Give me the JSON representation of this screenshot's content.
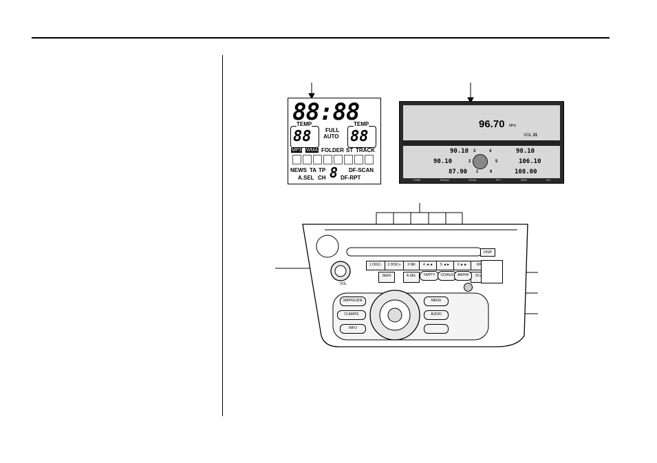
{
  "lcd": {
    "clock": "88:88",
    "temp_label": "TEMP",
    "temp_value": "88",
    "mode": [
      "FULL",
      "AUTO"
    ],
    "flags": {
      "mp3": "MP3",
      "wma": "WMA",
      "folder": "FOLDER",
      "st": "ST",
      "track": "TRACK"
    },
    "row3": {
      "news": "NEWS",
      "ta": "TA",
      "tp": "TP",
      "digit": "8",
      "dfscan": "DF-SCAN"
    },
    "row4": {
      "asel": "A.SEL",
      "ch": "CH",
      "dfrpt": "DF-RPT"
    }
  },
  "navdisplay": {
    "freq": "96.70",
    "unit": "MHz",
    "vol": "VOL",
    "vol_value": "31",
    "presets": [
      {
        "num": "1",
        "freq": "87.90"
      },
      {
        "num": "2",
        "freq": "90.10"
      },
      {
        "num": "3",
        "freq": "90.10"
      },
      {
        "num": "4",
        "freq": "98.10"
      },
      {
        "num": "5",
        "freq": "106.10"
      },
      {
        "num": "6",
        "freq": "108.00"
      }
    ],
    "bottom_labels": [
      "TUNE",
      "FM/AM",
      "SCAN",
      "PTY",
      "RDS",
      "4/4"
    ]
  },
  "panel": {
    "preset_buttons": [
      "1 DISC-",
      "2 DISC+",
      "3  NR",
      "4  ◄◄",
      "5  ◄►",
      "6  ►►"
    ],
    "rpt": "RPT",
    "scan": "SCAN",
    "seek": "SEEK",
    "asel": "A.SEL",
    "tapty": "TA/PTY",
    "cdaux": "CD/AUX",
    "amfm": "AM/FM",
    "vol": "VOL",
    "map_guide": "MAP/GUIDE",
    "climate": "CLIMATE",
    "info": "INFO",
    "menu": "MENU",
    "audio": "AUDIO",
    "disp": "DISP"
  }
}
